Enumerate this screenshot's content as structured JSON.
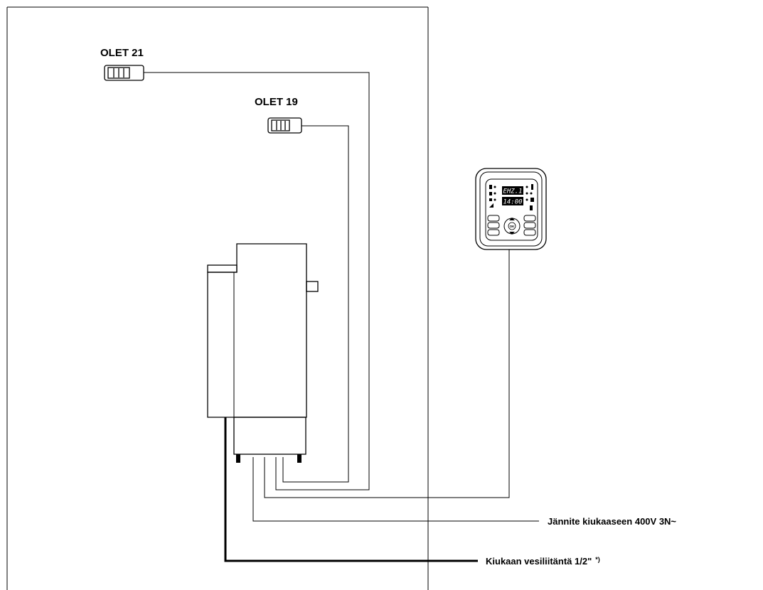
{
  "labels": {
    "olet21": "OLET 21",
    "olet19": "OLET 19",
    "voltage": "Jännite kiukaaseen 400V 3N~",
    "water": "Kiukaan vesiliitäntä 1/2\"",
    "water_note": "*)"
  },
  "panel": {
    "display_top": "EHZ.1",
    "display_bottom": "14:00",
    "ok_label": "OK"
  },
  "colors": {
    "line": "#000000",
    "background": "#ffffff"
  }
}
